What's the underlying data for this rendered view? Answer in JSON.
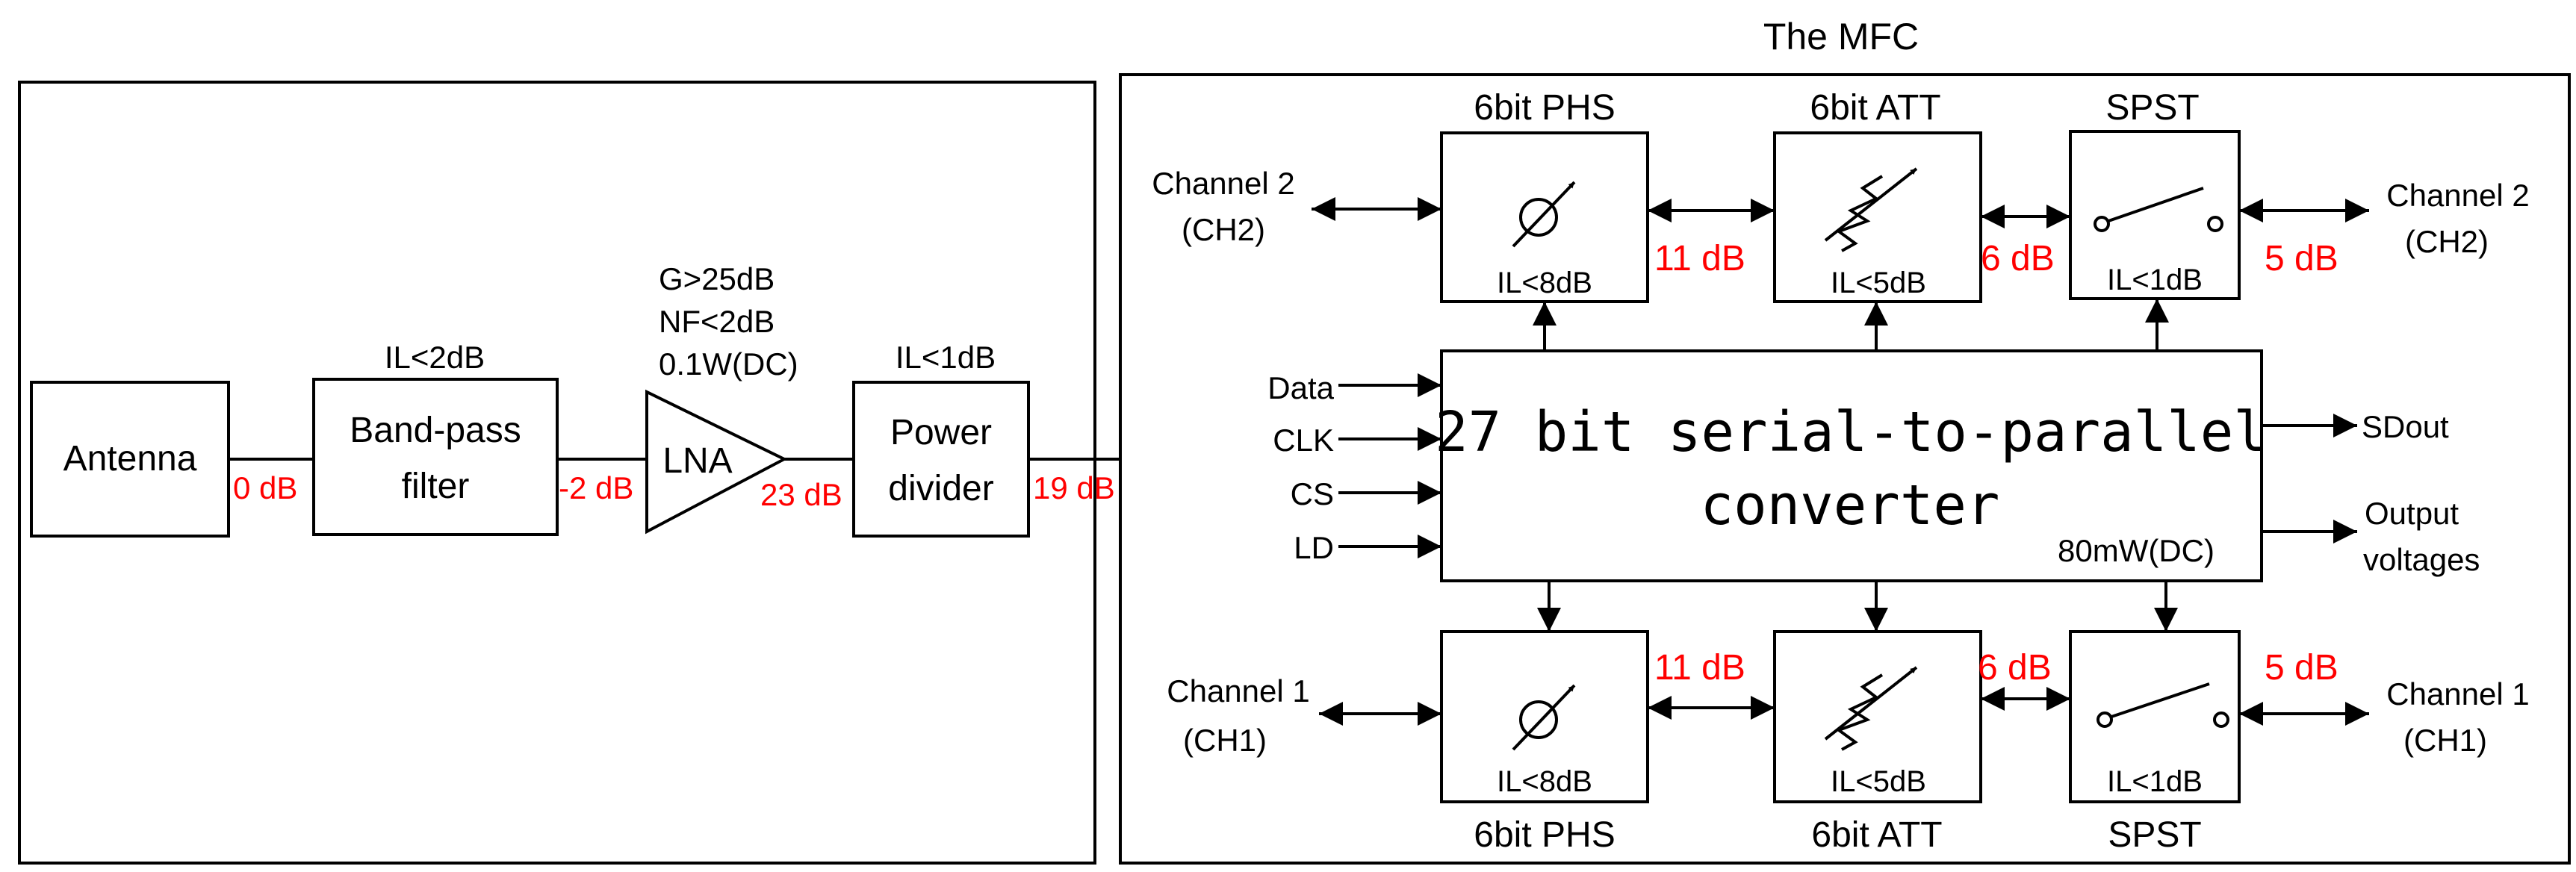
{
  "colors": {
    "line": "#000000",
    "label_red": "#ff0000",
    "background": "#ffffff"
  },
  "front_end": {
    "antenna": "Antenna",
    "bpf": {
      "line1": "Band-pass",
      "line2": "filter",
      "spec": "IL<2dB"
    },
    "lna": {
      "label": "LNA",
      "gain": "G>25dB",
      "nf": "NF<2dB",
      "power": "0.1W(DC)"
    },
    "divider": {
      "line1": "Power",
      "line2": "divider",
      "spec": "IL<1dB"
    },
    "levels": {
      "antenna_out": "0 dB",
      "bpf_out": "-2 dB",
      "lna_out": "23 dB",
      "divider_out": "19 dB"
    }
  },
  "mfc": {
    "title": "The MFC",
    "converter": {
      "line1": "27 bit serial-to-parallel",
      "line2": "converter",
      "power": "80mW(DC)"
    },
    "inputs": [
      "Data",
      "CLK",
      "CS",
      "LD"
    ],
    "outputs": {
      "sdout": "SDout",
      "outv_line1": "Output",
      "outv_line2": "voltages"
    },
    "ch2": {
      "left_line1": "Channel 2",
      "left_line2": "(CH2)",
      "right_line1": "Channel 2",
      "right_line2": "(CH2)",
      "phs": {
        "title": "6bit PHS",
        "il": "IL<8dB"
      },
      "att": {
        "title": "6bit ATT",
        "il": "IL<5dB"
      },
      "spst": {
        "title": "SPST",
        "il": "IL<1dB"
      },
      "levels": {
        "phs_att": "11 dB",
        "att_spst": "6 dB",
        "out": "5 dB"
      }
    },
    "ch1": {
      "left_line1": "Channel 1",
      "left_line2": "(CH1)",
      "right_line1": "Channel 1",
      "right_line2": "(CH1)",
      "phs": {
        "title": "6bit PHS",
        "il": "IL<8dB"
      },
      "att": {
        "title": "6bit ATT",
        "il": "IL<5dB"
      },
      "spst": {
        "title": "SPST",
        "il": "IL<1dB"
      },
      "levels": {
        "phs_att": "11 dB",
        "att_spst": "6 dB",
        "out": "5 dB"
      }
    }
  }
}
